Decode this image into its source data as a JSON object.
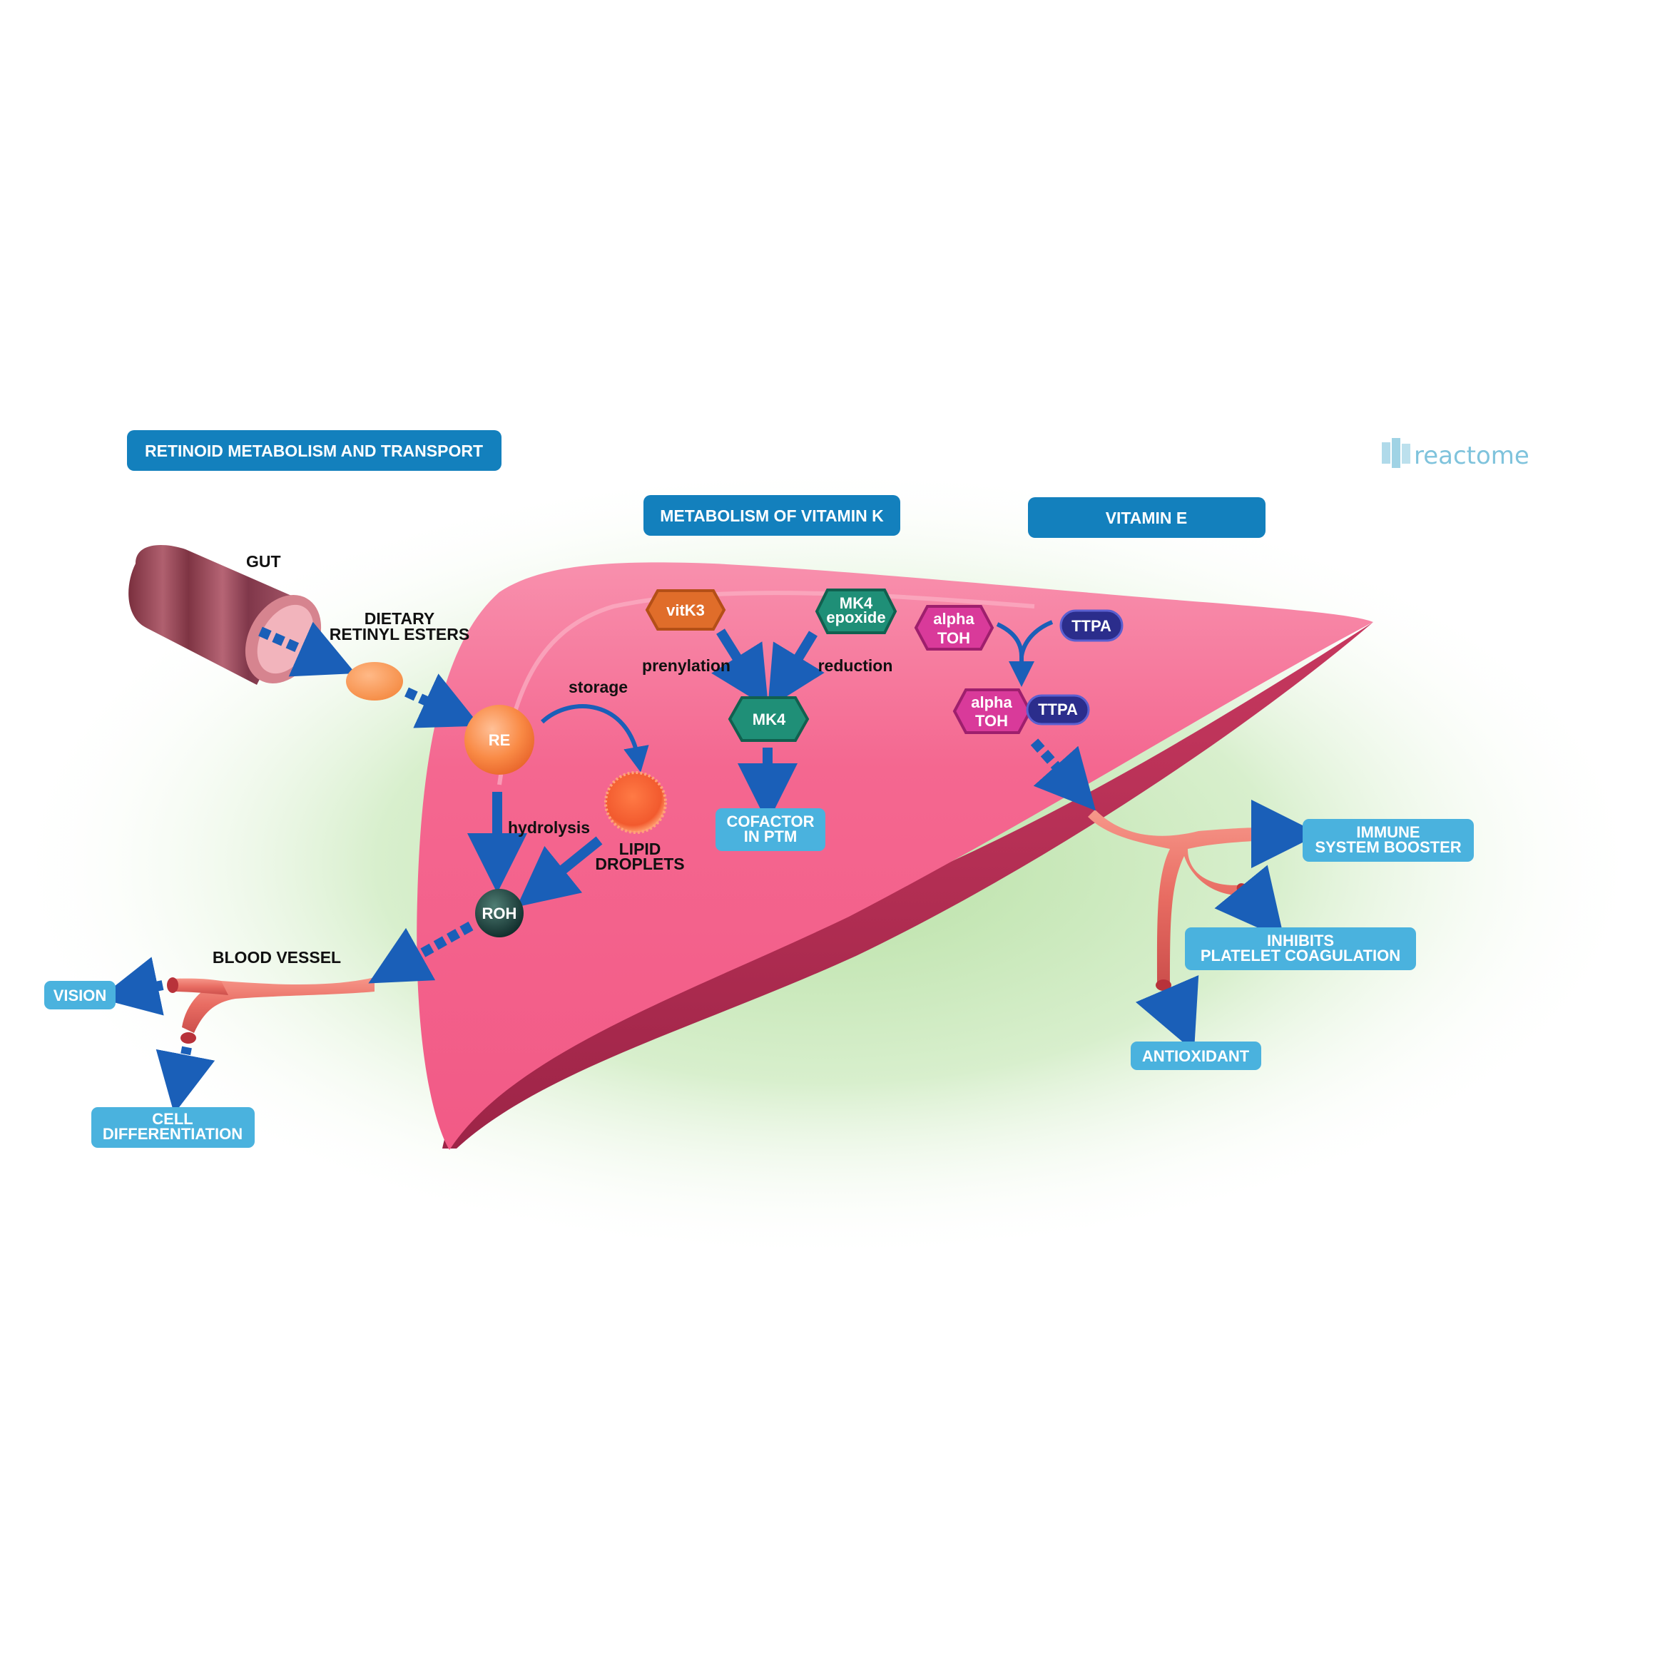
{
  "sections": {
    "retinoid": "RETINOID METABOLISM AND TRANSPORT",
    "vitamin_k": "METABOLISM OF VITAMIN K",
    "vitamin_e": "VITAMIN E"
  },
  "logo": {
    "text": "reactome"
  },
  "labels": {
    "gut": "GUT",
    "dietary_line1": "DIETARY",
    "dietary_line2": "RETINYL ESTERS",
    "storage": "storage",
    "hydrolysis": "hydrolysis",
    "lipid_line1": "LIPID",
    "lipid_line2": "DROPLETS",
    "blood_vessel": "BLOOD VESSEL",
    "prenylation": "prenylation",
    "reduction": "reduction"
  },
  "nodes": {
    "re": "RE",
    "roh": "ROH",
    "vitk3": "vitK3",
    "mk4_epoxide_line1": "MK4",
    "mk4_epoxide_line2": "epoxide",
    "mk4": "MK4",
    "alpha_toh_line1": "alpha",
    "alpha_toh_line2": "TOH",
    "ttpa": "TTPA",
    "complex_alpha_line1": "alpha",
    "complex_alpha_line2": "TOH",
    "complex_ttpa": "TTPA"
  },
  "outcomes": {
    "vision": "VISION",
    "cell_diff_line1": "CELL",
    "cell_diff_line2": "DIFFERENTIATION",
    "cofactor_line1": "COFACTOR",
    "cofactor_line2": "IN PTM",
    "immune_line1": "IMMUNE",
    "immune_line2": "SYSTEM BOOSTER",
    "platelet_line1": "INHIBITS",
    "platelet_line2": "PLATELET COAGULATION",
    "antioxidant": "ANTIOXIDANT"
  },
  "colors": {
    "section_header": "#1380bd",
    "outcome_box": "#4ab2de",
    "liver": "#f4628b",
    "arrow": "#1a5fb8",
    "vitk3": "#e06d2a",
    "mk4": "#1f8f77",
    "alpha_toh": "#d93a9a",
    "ttpa": "#2b2d8c"
  }
}
